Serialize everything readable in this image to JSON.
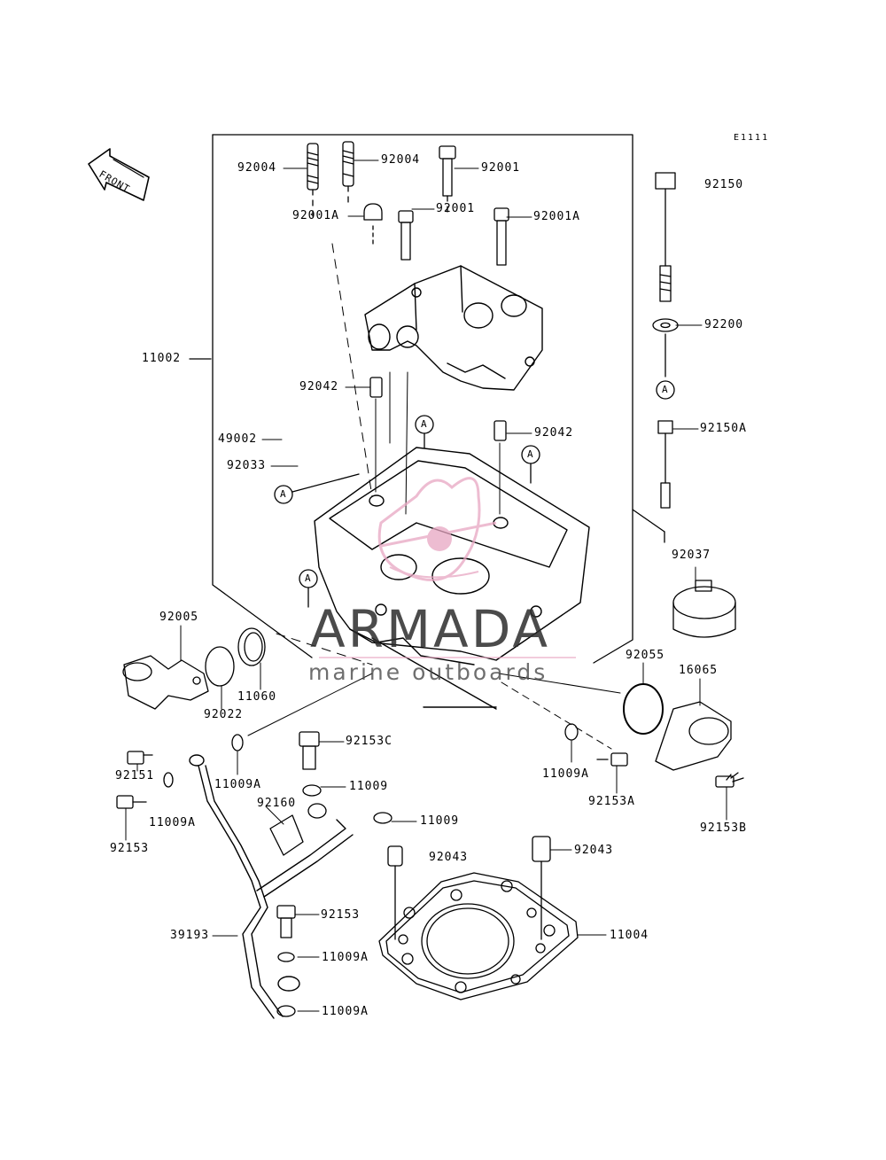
{
  "diagram": {
    "code": "E1111",
    "front_label": "FRONT",
    "ref_marker": "A",
    "parts": {
      "p92004a": "92004",
      "p92004b": "92004",
      "p92001a": "92001",
      "p92001b": "92001",
      "p92001A_l": "92001A",
      "p92001A_r": "92001A",
      "p92150": "92150",
      "p92200": "92200",
      "p11002": "11002",
      "p92042a": "92042",
      "p92042b": "92042",
      "p49002": "49002",
      "p92033": "92033",
      "p92150A": "92150A",
      "p92037": "92037",
      "p92005": "92005",
      "p92055": "92055",
      "p16065": "16065",
      "p11060": "11060",
      "p92022": "92022",
      "p92153C": "92153C",
      "p92151": "92151",
      "p11009A_a": "11009A",
      "p11009A_b": "11009A",
      "p11009A_c": "11009A",
      "p11009A_d": "11009A",
      "p11009A_e": "11009A",
      "p11009a": "11009",
      "p11009b": "11009",
      "p92160": "92160",
      "p92153A": "92153A",
      "p92153B": "92153B",
      "p92153a": "92153",
      "p92153b": "92153",
      "p92043a": "92043",
      "p92043b": "92043",
      "p39193": "39193",
      "p11004": "11004"
    }
  },
  "watermark": {
    "brand": "ARMADA",
    "tagline": "marine outboards",
    "logo_color": "#e8a6c2"
  }
}
